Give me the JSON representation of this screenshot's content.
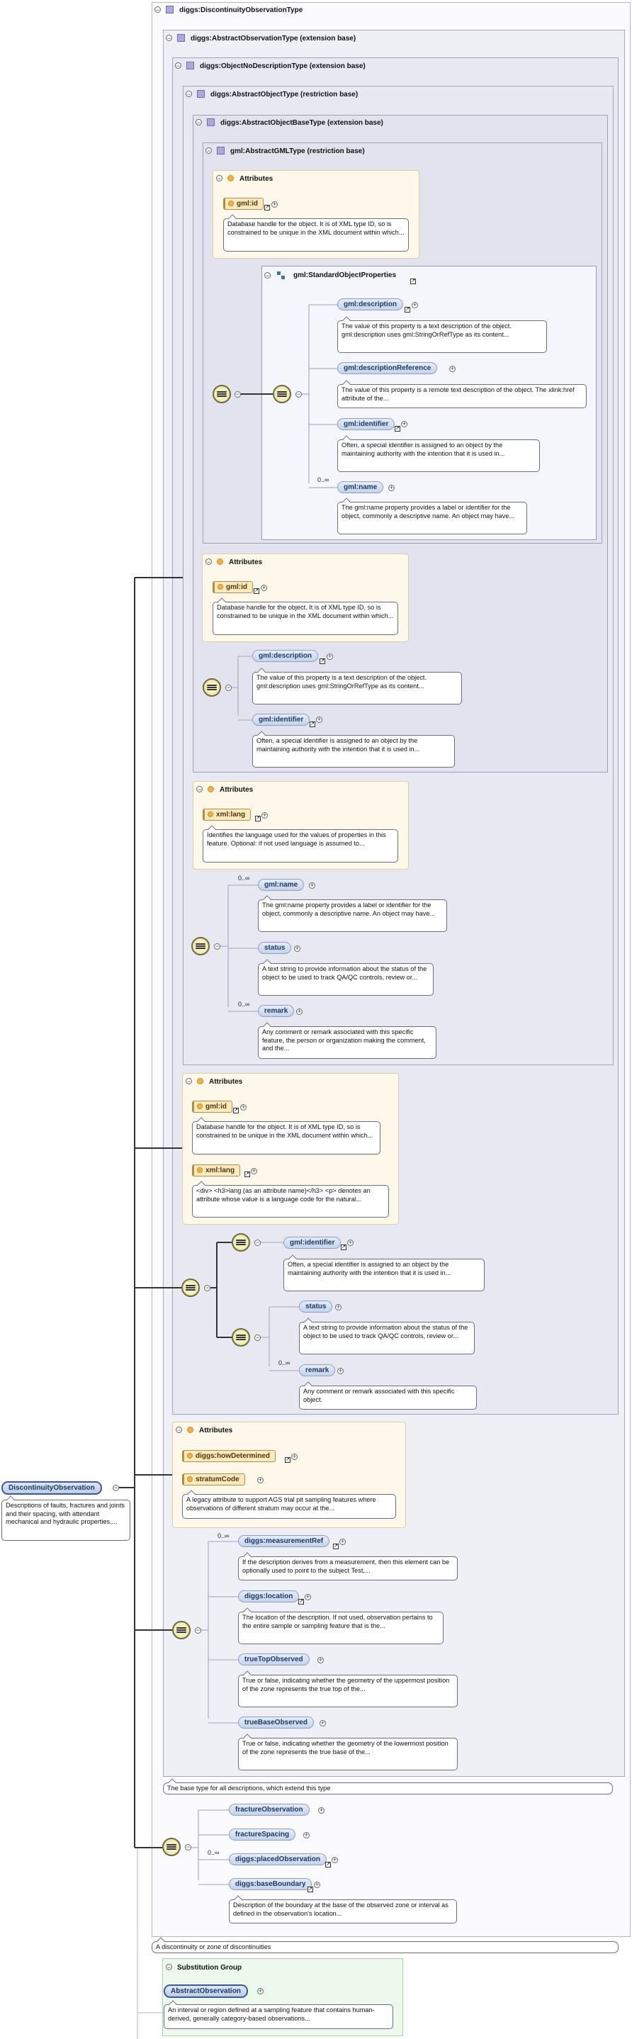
{
  "types": {
    "discontinuity": "diggs:DiscontinuityObservationType",
    "abstract_observation": "diggs:AbstractObservationType (extension base)",
    "object_no_description": "diggs:ObjectNoDescriptionType (extension base)",
    "abstract_object": "diggs:AbstractObjectType (restriction base)",
    "abstract_object_base": "diggs:AbstractObjectBaseType (extension base)",
    "abstract_gml": "gml:AbstractGMLType (restriction base)",
    "standard_props": "gml:StandardObjectProperties"
  },
  "labels": {
    "attributes": "Attributes",
    "substitution_group": "Substitution Group",
    "occ_many": "0..∞"
  },
  "gml_block": {
    "id_attr": "gml:id",
    "id_desc": "Database handle for the object. It is of XML type ID, so is constrained to be unique in the XML document within which...",
    "elements": [
      {
        "name": "gml:description",
        "desc": "The value of this property is a text description of the object. gml:description uses gml:StringOrRefType as its content..."
      },
      {
        "name": "gml:descriptionReference",
        "desc": "The value of this property is a remote text description of the object. The xlink:href attribute of the..."
      },
      {
        "name": "gml:identifier",
        "desc": "Often, a special identifier is assigned to an object by the maintaining authority with the intention that it is used in..."
      },
      {
        "name": "gml:name",
        "desc": "The gml:name property provides a label or identifier for the object, commonly a descriptive name. An object may have..."
      }
    ]
  },
  "base_block": {
    "id_attr": "gml:id",
    "id_desc": "Database handle for the object. It is of XML type ID, so is constrained to be unique in the XML document within which...",
    "elements": [
      {
        "name": "gml:description",
        "desc": "The value of this property is a text description of the object. gml:description uses gml:StringOrRefType as its content..."
      },
      {
        "name": "gml:identifier",
        "desc": "Often, a special identifier is assigned to an object by the maintaining authority with the intention that it is used in..."
      }
    ]
  },
  "object_block": {
    "lang_attr": "xml:lang",
    "lang_desc": "Identifies the language used for the values of properties in this feature. Optional: if not used language is assumed to...",
    "elements": [
      {
        "name": "gml:name",
        "desc": "The gml:name property provides a label or identifier for the object, commonly a descriptive name. An object may have..."
      },
      {
        "name": "status",
        "desc": "A text string to provide information about the status of the object to be used to track QA/QC controls, review or..."
      },
      {
        "name": "remark",
        "desc": "Any comment or remark associated with this specific feature, the person or organization making the comment, and the..."
      }
    ]
  },
  "nodesc_block": {
    "id_attr": "gml:id",
    "id_desc": "Database handle for the object. It is of XML type ID, so is constrained to be unique in the XML document within which...",
    "lang_attr": "xml:lang",
    "lang_desc": "<div> <h3>lang (as an attribute name)</h3> <p> denotes an attribute whose value is a language code for the natural...",
    "identifier": "gml:identifier",
    "identifier_desc": "Often, a special identifier is assigned to an object by the maintaining authority with the intention that it is used in...",
    "status": "status",
    "status_desc": "A text string to provide information about the status of the object to be used to track QA/QC controls, review or...",
    "remark": "remark",
    "remark_desc": "Any comment or remark associated with this specific object."
  },
  "observation_block": {
    "how_attr": "diggs:howDetermined",
    "strat_attr": "stratumCode",
    "strat_desc": "A legacy attribute to support AGS trial pit sampling features where observations of different stratum may occur at the...",
    "elements": [
      {
        "name": "diggs:measurementRef",
        "desc": "If the description derives from a measurement, then this element can be optionally used to point to the subject Test,..."
      },
      {
        "name": "diggs:location",
        "desc": "The location of the description. If not used, observation pertains to the entire sample or sampling feature that is the..."
      },
      {
        "name": "trueTopObserved",
        "desc": "True or false, indicating whether the geometry of the uppermost position of the zone represents the true top of the..."
      },
      {
        "name": "trueBaseObserved",
        "desc": "True or false, indicating whether the geometry of the lowermost position of the zone represents the true base of the..."
      }
    ],
    "type_desc": "The base type for all descriptions, which extend this type"
  },
  "discontinuity_block": {
    "elements": [
      {
        "name": "fractureObservation"
      },
      {
        "name": "fractureSpacing"
      },
      {
        "name": "diggs:placedObservation"
      },
      {
        "name": "diggs:baseBoundary",
        "desc": "Description of the boundary at the base of the observed zone or interval as defined in the observation's location..."
      }
    ],
    "type_desc": "A discontinuity or zone of discontinuities"
  },
  "root": {
    "name": "DiscontinuityObservation",
    "desc": "Descriptions of faults, fractures and joints and their spacing, with attendant mechanical and hydraulic properties...."
  },
  "substitution": {
    "name": "AbstractObservation",
    "desc": "An interval or region defined at a sampling feature that contains human-derived, generally category-based observations..."
  }
}
